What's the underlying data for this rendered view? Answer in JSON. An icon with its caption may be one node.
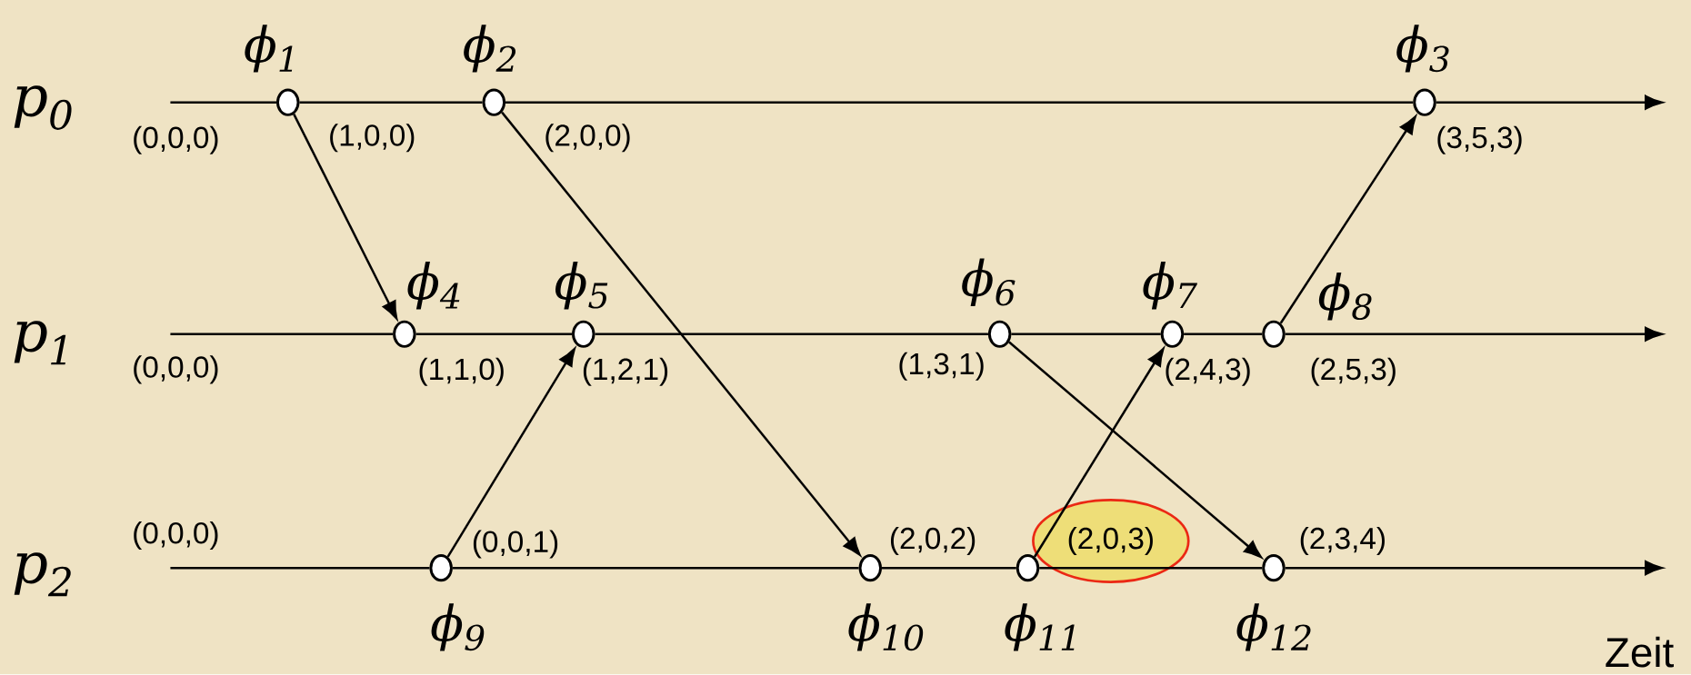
{
  "diagram": {
    "nodes": [
      {
        "text": [],
        "shape": "circle",
        "beside": [
          "ϕ$_{1}$",
          "(1,0,0)"
        ]
      },
      {
        "text": [],
        "shape": "circle",
        "beside": [
          "ϕ$_{2}$",
          "(2,0,0)"
        ]
      },
      {
        "text": [],
        "shape": "circle",
        "beside": [
          "ϕ$_{3}$",
          "(3,5,3)"
        ]
      },
      {
        "text": [],
        "shape": "circle",
        "beside": [
          "ϕ$_{4}$",
          "(1,1,0)"
        ]
      },
      {
        "text": [],
        "shape": "circle",
        "beside": [
          "ϕ$_{5}$",
          "(1,2,1)"
        ]
      },
      {
        "text": [],
        "shape": "circle",
        "beside": [
          "ϕ$_{6}$",
          "(1,3,1)"
        ]
      },
      {
        "text": [],
        "shape": "circle",
        "beside": [
          "ϕ$_{7}$",
          "(2,4,3)"
        ]
      },
      {
        "text": [],
        "shape": "circle",
        "beside": [
          "ϕ$_{8}$",
          "(2,5,3)"
        ]
      },
      {
        "text": [],
        "shape": "circle",
        "beside": [
          "ϕ$_{9}$",
          "(0,0,1)"
        ]
      },
      {
        "text": [],
        "shape": "circle",
        "beside": [
          "ϕ$_{10}$",
          "(2,0,2)"
        ]
      },
      {
        "text": [],
        "shape": "circle",
        "beside": [
          "ϕ$_{11}$",
          "(2,0,3)"
        ]
      },
      {
        "text": [],
        "shape": "circle",
        "beside": [
          "ϕ$_{12}$",
          "(2,3,4)"
        ]
      }
    ],
    "edges": [
      {
        "from": null,
        "to": 0,
        "arrow": "none"
      },
      {
        "from": 0,
        "to": 1,
        "arrow": "none"
      },
      {
        "from": 1,
        "to": 2,
        "arrow": "none"
      },
      {
        "from": 2,
        "to": null,
        "arrow": "to"
      },
      {
        "from": null,
        "to": 3,
        "arrow": "none"
      },
      {
        "from": 3,
        "to": 4,
        "arrow": "none"
      },
      {
        "from": 4,
        "to": 5,
        "arrow": "none"
      },
      {
        "from": 5,
        "to": 6,
        "arrow": "none"
      },
      {
        "from": 6,
        "to": 7,
        "arrow": "none"
      },
      {
        "from": 7,
        "to": null,
        "arrow": "to"
      },
      {
        "from": null,
        "to": 8,
        "arrow": "none"
      },
      {
        "from": 8,
        "to": 9,
        "arrow": "none"
      },
      {
        "from": 9,
        "to": 10,
        "arrow": "none"
      },
      {
        "from": 10,
        "to": 11,
        "arrow": "none"
      },
      {
        "from": 11,
        "to": null,
        "arrow": "to"
      },
      {
        "from": 0,
        "to": 3,
        "arrow": "to"
      },
      {
        "from": 1,
        "to": 9,
        "arrow": "to"
      },
      {
        "from": 8,
        "to": 4,
        "arrow": "to"
      },
      {
        "from": 5,
        "to": 11,
        "arrow": "to"
      },
      {
        "from": 10,
        "to": 6,
        "arrow": "to"
      },
      {
        "from": 7,
        "to": 2,
        "arrow": "to"
      }
    ],
    "labels": [
      "p$_{0}$",
      "(0,0,0)",
      "p$_{1}$",
      "(0,0,0)",
      "(0,0,0)",
      "p$_{2}$",
      "Zeit"
    ]
  }
}
